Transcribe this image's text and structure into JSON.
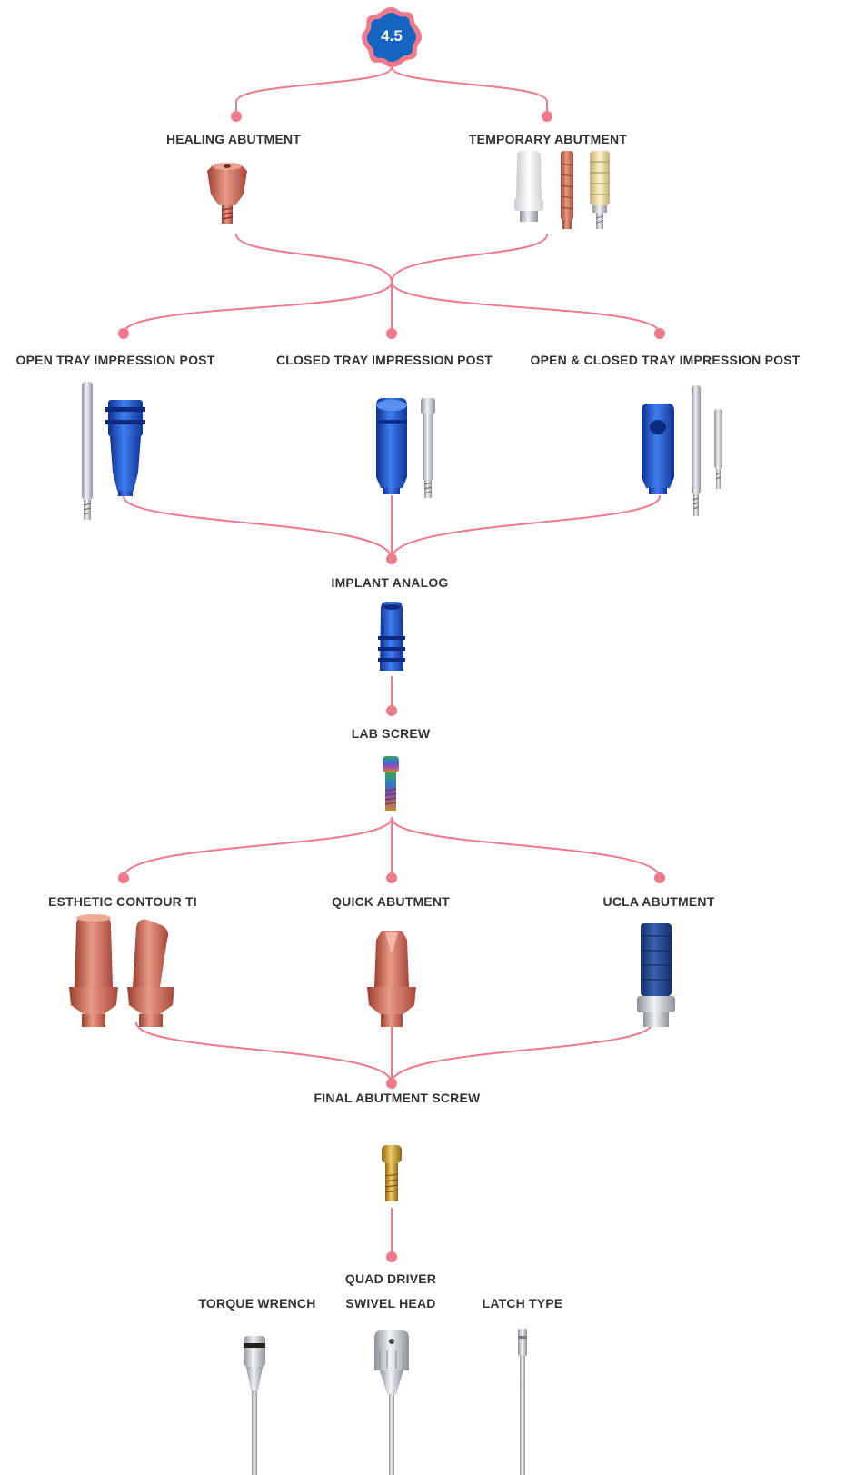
{
  "badge": "4.5",
  "colors": {
    "connector": "#f0798b",
    "badge_ring": "#f0798b",
    "badge_fill": "#1565c0",
    "label": "#333333",
    "copper": "#c8624d",
    "blue_anodized": "#1d4fc4",
    "titanium": "#c9ccd1",
    "white_ceramic": "#eef0f2",
    "navy": "#24498c",
    "gold": "#c69a2c",
    "rainbow": [
      "#3fa64b",
      "#2e78c8",
      "#8f4bb8",
      "#c98a2e"
    ]
  },
  "nodes": {
    "healing_abutment": "HEALING ABUTMENT",
    "temporary_abutment": "TEMPORARY ABUTMENT",
    "open_tray_impression_post": "OPEN TRAY IMPRESSION POST",
    "closed_tray_impression_post": "CLOSED TRAY IMPRESSION POST",
    "open_closed_tray_impression_post": "OPEN & CLOSED TRAY IMPRESSION POST",
    "implant_analog": "IMPLANT ANALOG",
    "lab_screw": "LAB SCREW",
    "esthetic_contour_ti": "ESTHETIC CONTOUR TI",
    "quick_abutment": "QUICK ABUTMENT",
    "ucla_abutment": "UCLA ABUTMENT",
    "final_abutment_screw": "FINAL ABUTMENT SCREW",
    "quad_driver": "QUAD DRIVER",
    "torque_wrench": "TORQUE WRENCH",
    "swivel_head": "SWIVEL HEAD",
    "latch_type": "LATCH TYPE"
  },
  "icons": {
    "healing_abutment": "copper-healing-abutment-icon",
    "temporary_abutment": [
      "white-peek-abutment-icon",
      "copper-temporary-cylinder-icon",
      "yellow-peek-cylinder-icon"
    ],
    "open_tray_impression_post": [
      "long-guide-pin-icon",
      "blue-open-tray-post-icon"
    ],
    "closed_tray_impression_post": [
      "blue-closed-tray-post-icon",
      "short-screw-icon"
    ],
    "open_closed_tray_impression_post": [
      "blue-open-closed-post-icon",
      "long-pin-icon",
      "short-pin-icon"
    ],
    "implant_analog": "blue-implant-analog-icon",
    "lab_screw": "rainbow-lab-screw-icon",
    "esthetic_contour_ti": [
      "straight-copper-abutment-icon",
      "angled-copper-abutment-icon"
    ],
    "quick_abutment": "copper-quick-abutment-icon",
    "ucla_abutment": "navy-ucla-abutment-icon",
    "final_abutment_screw": "gold-abutment-screw-icon",
    "torque_wrench": "torque-wrench-driver-icon",
    "swivel_head": "swivel-head-driver-icon",
    "latch_type": "latch-type-driver-icon"
  }
}
